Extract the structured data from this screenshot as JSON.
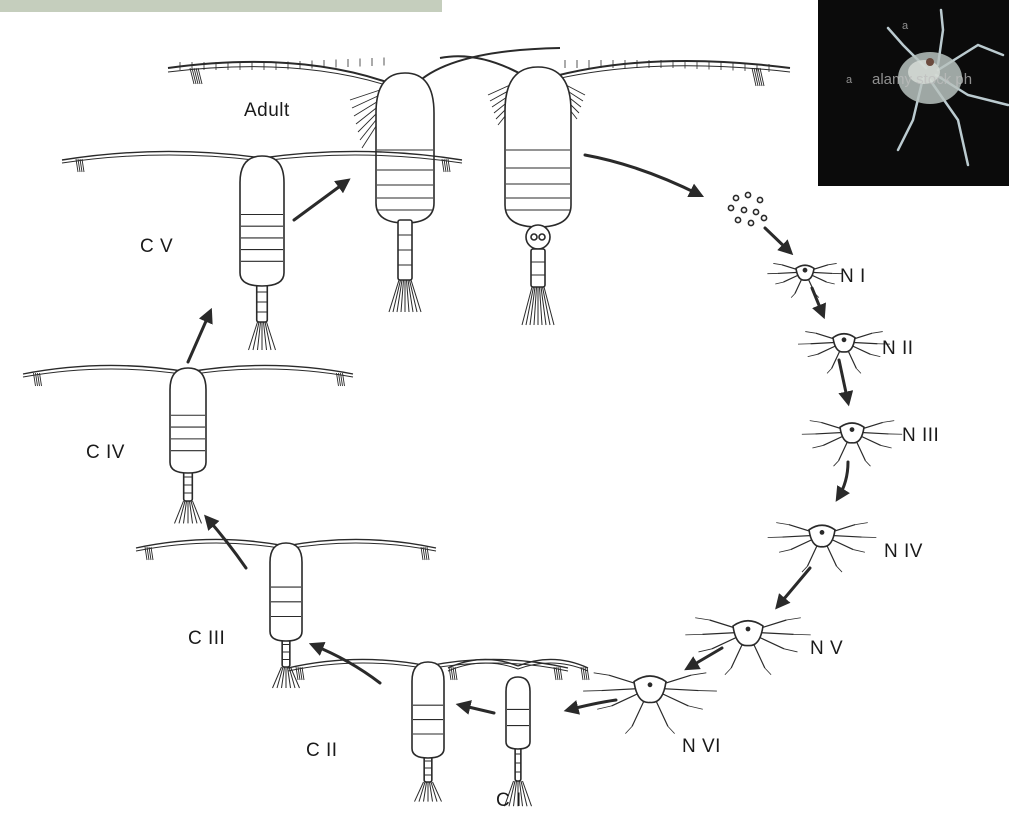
{
  "stages": {
    "adult": "Adult",
    "c5": "C V",
    "c4": "C IV",
    "c3": "C III",
    "c2": "C II",
    "c1": "C I",
    "n1": "N I",
    "n2": "N II",
    "n3": "N III",
    "n4": "N IV",
    "n5": "N V",
    "n6": "N VI"
  },
  "photo": {
    "watermark": "alamy stock ph",
    "watermark_small": "a"
  },
  "colors": {
    "ink": "#2a2a2a",
    "band": "#c5cebd",
    "photo_bg": "#0b0b0b"
  }
}
